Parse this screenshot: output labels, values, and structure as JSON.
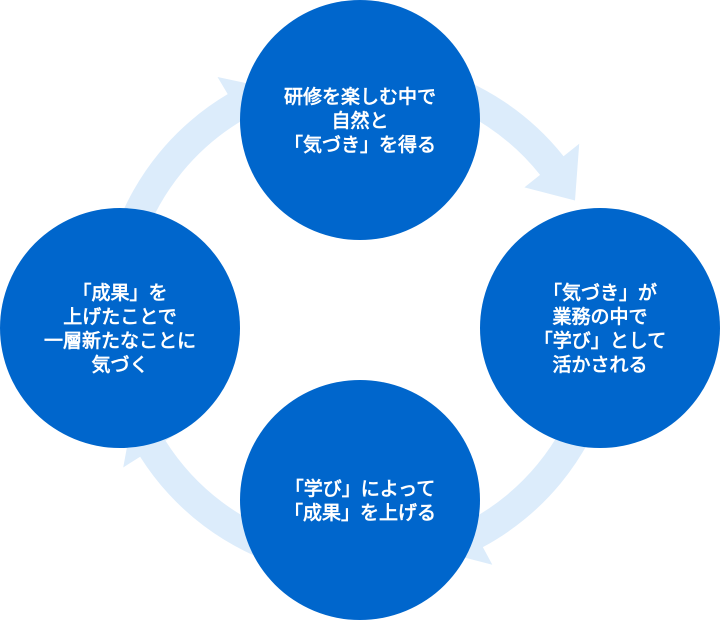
{
  "colors": {
    "circle": "#0066cc",
    "arrow": "#dcecfb",
    "text": "#ffffff",
    "background": "#ffffff"
  },
  "cycle": {
    "nodes": [
      {
        "id": "top",
        "lines": [
          "研修を楽しむ中で",
          "自然と",
          "「気づき」を得る"
        ]
      },
      {
        "id": "right",
        "lines": [
          "「気づき」が",
          "業務の中で",
          "「学び」として",
          "活かされる"
        ]
      },
      {
        "id": "bottom",
        "lines": [
          "「学び」によって",
          "「成果」を上げる"
        ]
      },
      {
        "id": "left",
        "lines": [
          "「成果」を",
          "上げたことで",
          "一層新たなことに",
          "気づく"
        ]
      }
    ],
    "arrows": [
      {
        "from": "top",
        "to": "right",
        "direction": "clockwise"
      },
      {
        "from": "right",
        "to": "bottom",
        "direction": "clockwise"
      },
      {
        "from": "bottom",
        "to": "left",
        "direction": "clockwise"
      },
      {
        "from": "left",
        "to": "top",
        "direction": "clockwise"
      }
    ]
  }
}
